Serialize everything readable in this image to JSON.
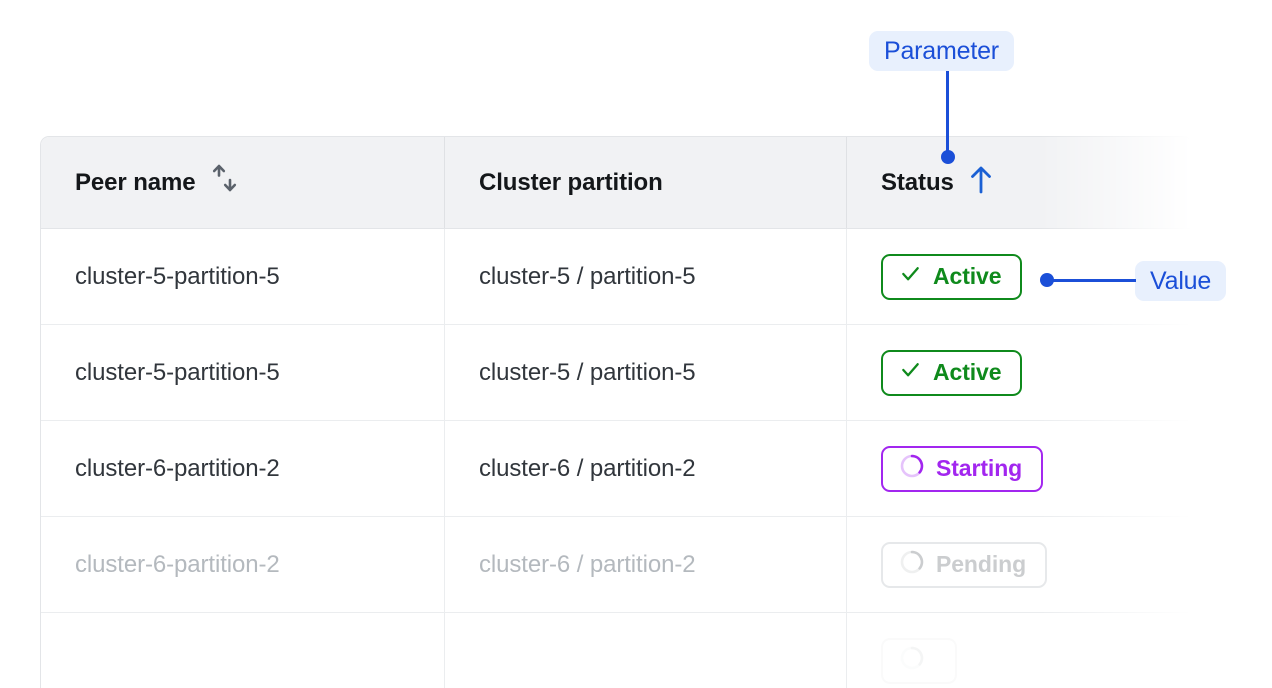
{
  "table": {
    "columns": [
      {
        "label": "Peer name",
        "sort_icon": "sort-both-icon",
        "sort_state": "none"
      },
      {
        "label": "Cluster partition",
        "sort_icon": null,
        "sort_state": "none"
      },
      {
        "label": "Status",
        "sort_icon": "sort-ascending-icon",
        "sort_state": "ascending"
      }
    ],
    "rows": [
      {
        "peer_name": "cluster-5-partition-5",
        "cluster_partition": "cluster-5 / partition-5",
        "status": {
          "label": "Active",
          "icon": "check-icon",
          "variant": "active"
        },
        "state": "normal"
      },
      {
        "peer_name": "cluster-5-partition-5",
        "cluster_partition": "cluster-5 / partition-5",
        "status": {
          "label": "Active",
          "icon": "check-icon",
          "variant": "active"
        },
        "state": "normal"
      },
      {
        "peer_name": "cluster-6-partition-2",
        "cluster_partition": "cluster-6 / partition-2",
        "status": {
          "label": "Starting",
          "icon": "spinner-icon",
          "variant": "starting"
        },
        "state": "normal"
      },
      {
        "peer_name": "cluster-6-partition-2",
        "cluster_partition": "cluster-6 / partition-2",
        "status": {
          "label": "Pending",
          "icon": "spinner-icon",
          "variant": "pending"
        },
        "state": "dimmed"
      },
      {
        "peer_name": "",
        "cluster_partition": "",
        "status": {
          "label": "",
          "icon": "spinner-icon",
          "variant": "pending"
        },
        "state": "faded"
      }
    ]
  },
  "annotations": {
    "parameter": {
      "label": "Parameter",
      "target": "status-column-header"
    },
    "value": {
      "label": "Value",
      "target": "status-badge-row-1"
    }
  },
  "colors": {
    "annotation_blue": "#1b4fd8",
    "annotation_chip_bg": "#e8f0fd",
    "status_active": "#0f8a1c",
    "status_starting": "#a226ef",
    "status_pending": "#8d9297",
    "header_bg": "#f1f2f4",
    "border": "#e3e5e8",
    "text": "#31363c",
    "heading_text": "#14171a",
    "dimmed_text": "#b4b9be"
  }
}
